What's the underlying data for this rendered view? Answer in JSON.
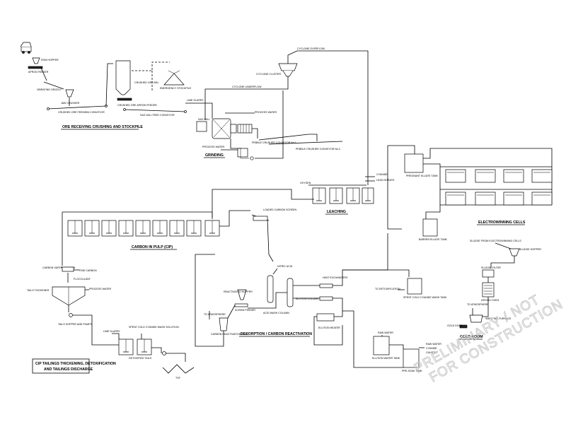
{
  "sections": {
    "ore_receiving": "ORE RECEIVING CRUSHING AND STOCKPILE",
    "grinding": "GRINDING",
    "leaching": "LEACHING",
    "electrowinning": "ELECTROWINNING CELLS",
    "cip": "CARBON IN PULP (CIP)",
    "desorption": "DESORPTION / CARBON REACTIVATION",
    "gold_room": "GOLD ROOM",
    "tailings_line1": "CIP TAILINGS THICKENING, DETOXIFICATION",
    "tailings_line2": "AND TAILINGS DISCHARGE"
  },
  "labels": {
    "rom_hopper": "ROM HOPPER",
    "apron_feeder": "APRON FEEDER",
    "vibrating_grizzly": "VIBRATING GRIZZLY",
    "jaw_crusher": "JAW CRUSHER",
    "crushed_ore_conveyor": "CRUSHED ORE FEED/BIN CONVEYOR",
    "crushed_ore_bin": "CRUSHED ORE BIN",
    "crushed_ore_apron": "CRUSHED ORE APRON FEEDER",
    "emergency_stockpile": "EMERGENCY STOCKPILE",
    "sag_feed_conveyor": "SAG MILL FEED CONVEYOR",
    "cyclone_overflow": "CYCLONE OVERFLOW",
    "cyclone_cluster": "CYCLONE CLUSTER",
    "cyclone_underflow": "CYCLONE UNDERFLOW",
    "lime_slurry": "LIME SLURRY",
    "process_water": "PROCESS WATER",
    "sag_mill": "SAG MILL",
    "pebble_conv1": "PEBBLE CRUSHER CONVEYOR No.1",
    "pebble_conv2": "PEBBLE CRUSHER CONVEYOR No.2",
    "process_water2": "PROCESS WATER",
    "oxygen": "OXYGEN",
    "cyanide": "CYANIDE",
    "lead_nitrate": "LEAD NITRATE",
    "pregnant_eluate": "PREGNANT ELUATE TANK",
    "barren_eluate": "BARREN ELUATE TANK",
    "loaded_carbon": "LOADED CARBON SCREEN",
    "carbon_safety": "CARBON SAFETY SCREEN",
    "fine_carbon": "FINE CARBON",
    "tails_thickener": "TAILS THICKENER",
    "tails_pump": "TAILS HOPPER AND PUMPS",
    "process_water3": "PROCESS WATER",
    "flocculant": "FLOCCULANT",
    "lime_slurry2": "LIME SLURRY",
    "spent_cyanide": "SPENT COLD CYANIDE WASH SOLUTION",
    "detox_tank": "DETOXIFIED TAILS",
    "tsf": "TSF",
    "nitric_acid": "NITRIC ACID",
    "heat_exchangers": "HEAT EXCHANGERS",
    "reactivated_hopper": "REACTIVATED HOPPER",
    "screw_feeder": "SCREW FEEDER",
    "acid_wash": "ACID WASH COLUMN",
    "elution_column": "ELUTION COLUMN",
    "to_atmosphere": "TO ATMOSPHERE",
    "reactivation_kiln": "CARBON REACTIVATION KILN",
    "elution_heater": "ELUTION HEATER",
    "to_detox": "TO DETOXIFICATION",
    "spent_cold": "SPENT COLD CYANIDE WASH TANK",
    "raw_water": "RAW WATER",
    "elution_water": "ELUTION WATER TANK",
    "raw_water2": "RAW WATER",
    "cyanide2": "CYANIDE",
    "caustic": "CAUSTIC",
    "pre_soak": "PRE-SOAK TANK",
    "sludge_from": "SLUDGE FROM ELECTROWINNING CELLS",
    "sludge_hopper": "SLUDGE HOPPER",
    "sludge_filter": "SLUDGE FILTER",
    "drying_oven": "DRYING OVEN",
    "to_atmosphere2": "TO ATMOSPHERE",
    "smelting_furnace": "SMELTING FURNACE",
    "gold_dore": "GOLD DORE"
  },
  "watermark": {
    "line1": "PRELIMINARY / NOT",
    "line2": "FOR CONSTRUCTION"
  }
}
